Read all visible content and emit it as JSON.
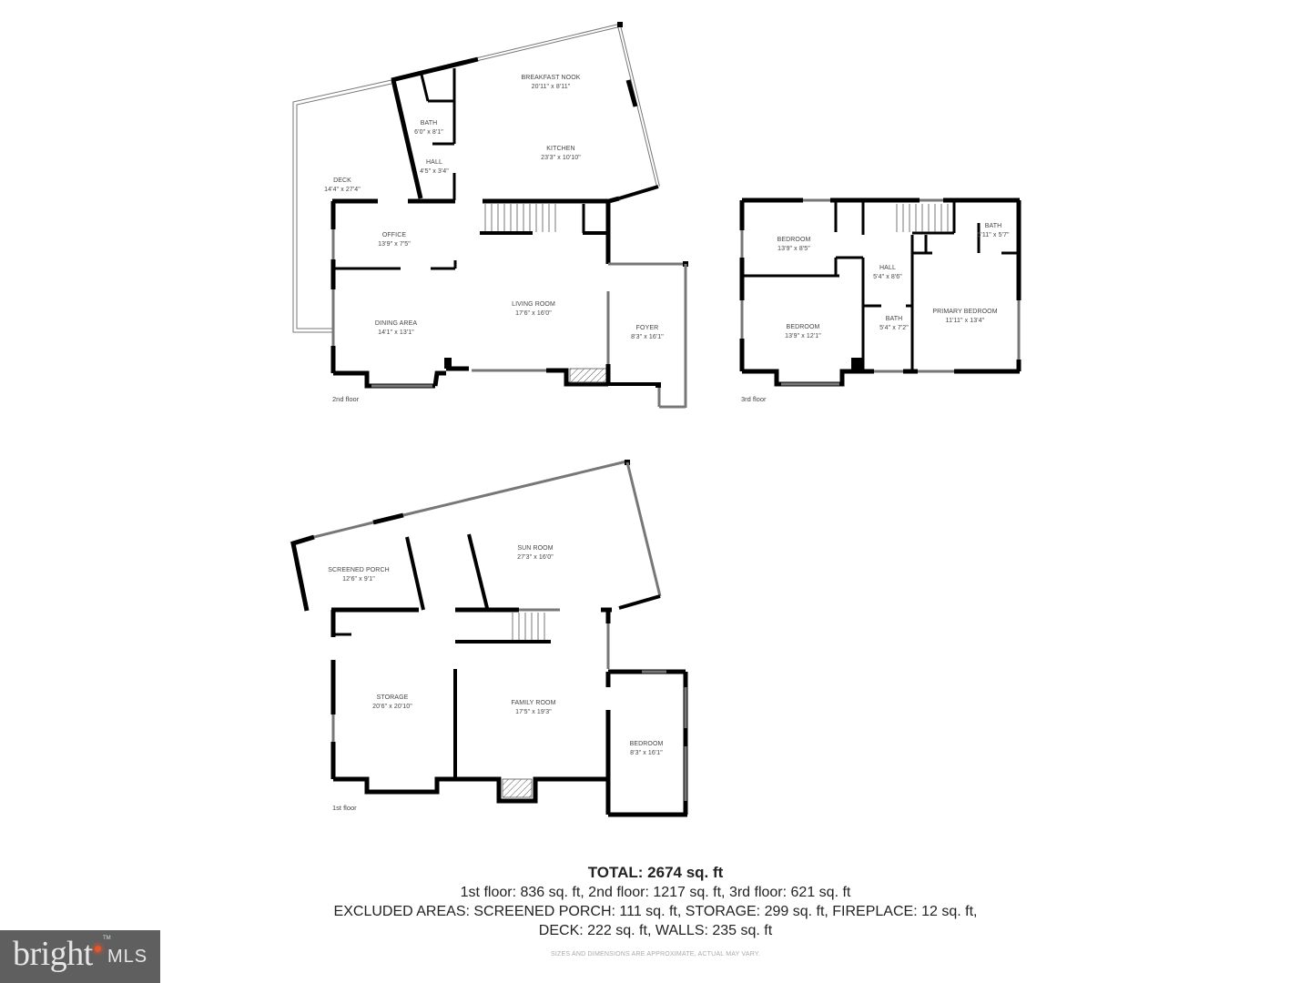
{
  "floors": {
    "second": {
      "label": "2nd floor",
      "rooms": [
        {
          "name": "BREAKFAST NOOK",
          "dims": "20'11\" x 8'11\""
        },
        {
          "name": "BATH",
          "dims": "6'0\" x 8'1\""
        },
        {
          "name": "HALL",
          "dims": "4'5\" x 3'4\""
        },
        {
          "name": "KITCHEN",
          "dims": "23'3\" x 10'10\""
        },
        {
          "name": "DECK",
          "dims": "14'4\" x 27'4\""
        },
        {
          "name": "OFFICE",
          "dims": "13'9\" x 7'5\""
        },
        {
          "name": "LIVING ROOM",
          "dims": "17'6\" x 16'0\""
        },
        {
          "name": "DINING AREA",
          "dims": "14'1\" x 13'1\""
        },
        {
          "name": "FOYER",
          "dims": "8'3\" x 16'1\""
        }
      ]
    },
    "third": {
      "label": "3rd floor",
      "rooms": [
        {
          "name": "BEDROOM",
          "dims": "13'9\" x 8'5\""
        },
        {
          "name": "BATH",
          "dims": "5'11\" x 5'7\""
        },
        {
          "name": "HALL",
          "dims": "5'4\" x 8'6\""
        },
        {
          "name": "BEDROOM",
          "dims": "13'9\" x 12'1\""
        },
        {
          "name": "BATH",
          "dims": "5'4\" x 7'2\""
        },
        {
          "name": "PRIMARY BEDROOM",
          "dims": "11'11\" x 13'4\""
        }
      ]
    },
    "first": {
      "label": "1st floor",
      "rooms": [
        {
          "name": "SCREENED PORCH",
          "dims": "12'6\" x 9'1\""
        },
        {
          "name": "SUN ROOM",
          "dims": "27'3\" x 16'0\""
        },
        {
          "name": "STORAGE",
          "dims": "20'6\" x 20'10\""
        },
        {
          "name": "FAMILY ROOM",
          "dims": "17'5\" x 19'3\""
        },
        {
          "name": "BEDROOM",
          "dims": "8'3\" x 16'1\""
        }
      ]
    }
  },
  "summary": {
    "total": "TOTAL: 2674 sq. ft",
    "floors_line": "1st floor: 836 sq. ft, 2nd floor: 1217 sq. ft, 3rd floor: 621 sq. ft",
    "excluded_line1": "EXCLUDED AREAS: SCREENED PORCH: 111 sq. ft, STORAGE: 299 sq. ft, FIREPLACE: 12 sq. ft,",
    "excluded_line2": "DECK: 222 sq. ft, WALLS: 235 sq. ft",
    "disclaimer": "SIZES AND DIMENSIONS ARE APPROXIMATE, ACTUAL MAY VARY."
  },
  "logo": {
    "brand": "bright",
    "suffix": "MLS",
    "tm": "TM",
    "accent_color": "#e8542a",
    "background": "#5f5f5f"
  },
  "colors": {
    "wall": "#000000",
    "background": "#ffffff",
    "text": "#333333"
  }
}
